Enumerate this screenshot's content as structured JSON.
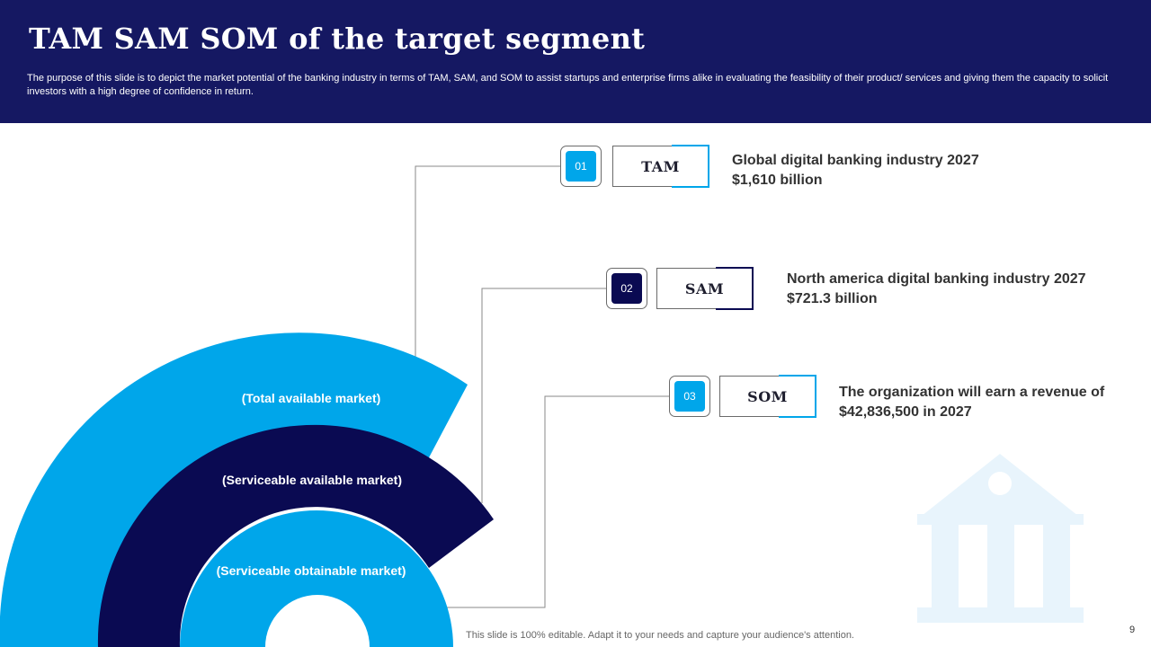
{
  "header": {
    "title": "TAM SAM SOM of the target segment",
    "subtitle": "The purpose of this slide is to depict the market potential of the banking industry in terms of TAM,  SAM,  and SOM to assist startups and enterprise firms alike in evaluating the feasibility of their product/ services and giving them the capacity to solicit investors with a high degree of confidence in return."
  },
  "rings": {
    "total": "(Total available market)",
    "serviceable": "(Serviceable available market)",
    "obtainable": "(Serviceable obtainable market)"
  },
  "items": [
    {
      "number": "01",
      "label": "TAM",
      "line1": "Global digital banking industry 2027",
      "line2": "$1,610 billion"
    },
    {
      "number": "02",
      "label": "SAM",
      "line1": "North america digital banking industry 2027",
      "line2": "$721.3 billion"
    },
    {
      "number": "03",
      "label": "SOM",
      "line1": "The organization will earn a revenue of",
      "line2": "$42,836,500 in 2027"
    }
  ],
  "footer": {
    "note": "This slide is 100% editable. Adapt it to your needs and capture your audience's attention.",
    "page": "9"
  },
  "icons": {
    "decoration": "bank-building-icon"
  },
  "colors": {
    "header_bg": "#151862",
    "light_blue": "#00A6EA",
    "navy": "#0A0A52",
    "icon_tint": "#E8F4FC"
  }
}
